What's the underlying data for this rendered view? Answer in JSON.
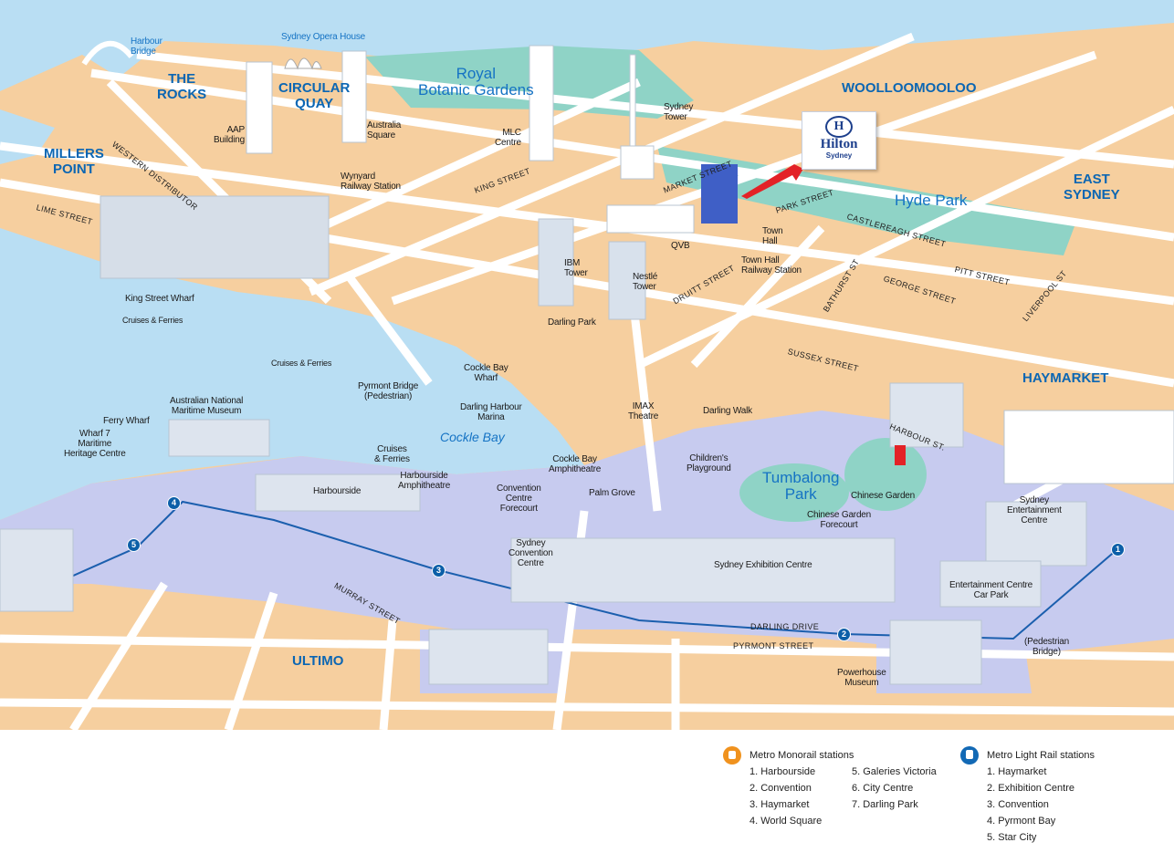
{
  "map": {
    "districts": {
      "the_rocks": "THE\nROCKS",
      "circular_quay": "CIRCULAR\nQUAY",
      "woolloomooloo": "WOOLLOOMOOLOO",
      "millers_point": "MILLERS\nPOINT",
      "east_sydney": "EAST\nSYDNEY",
      "haymarket": "HAYMARKET",
      "ultimo": "ULTIMO"
    },
    "places": {
      "botanic": "Royal\nBotanic Gardens",
      "hyde_park": "Hyde Park",
      "cockle_bay": "Cockle Bay",
      "tumbalong": "Tumbalong\nPark"
    },
    "landmarks": {
      "harbour_bridge": "Harbour\nBridge",
      "opera_house": "Sydney Opera House",
      "aap": "AAP\nBuilding",
      "australia_square": "Australia\nSquare",
      "mlc": "MLC\nCentre",
      "sydney_tower": "Sydney\nTower",
      "wynyard": "Wynyard\nRailway Station",
      "qvb": "QVB",
      "town_hall": "Town\nHall",
      "town_hall_station": "Town Hall\nRailway Station",
      "ibm": "IBM\nTower",
      "nestle": "Nestlé\nTower",
      "king_st_wharf": "King Street Wharf",
      "cruises1": "Cruises & Ferries",
      "darling_park": "Darling Park",
      "cruises2": "Cruises & Ferries",
      "pyrmont_bridge": "Pyrmont Bridge\n(Pedestrian)",
      "cockle_bay_wharf": "Cockle Bay\nWharf",
      "maritime_museum": "Australian National\nMaritime Museum",
      "marina": "Darling Harbour\nMarina",
      "imax": "IMAX\nTheatre",
      "darling_walk": "Darling Walk",
      "ferry_wharf": "Ferry Wharf",
      "wharf7": "Wharf 7\nMaritime\nHeritage Centre",
      "cruises3": "Cruises\n& Ferries",
      "playground": "Children's\nPlayground",
      "harbourside_amph": "Harbourside\nAmphitheatre",
      "cockle_amph": "Cockle Bay\nAmphitheatre",
      "convention_forecourt": "Convention\nCentre\nForecourt",
      "harbourside": "Harbourside",
      "palm_grove": "Palm Grove",
      "chinese_garden": "Chinese Garden",
      "entertainment_centre": "Sydney\nEntertainment\nCentre",
      "chinese_forecourt": "Chinese Garden\nForecourt",
      "convention_centre": "Sydney\nConvention\nCentre",
      "exhibition_centre": "Sydney Exhibition Centre",
      "car_park": "Entertainment Centre\nCar Park",
      "powerhouse": "Powerhouse\nMuseum",
      "ped_bridge": "(Pedestrian\nBridge)"
    },
    "streets": {
      "western_distributor": "WESTERN DISTRIBUTOR",
      "king": "KING STREET",
      "market": "MARKET STREET",
      "park": "PARK STREET",
      "castlereagh": "CASTLEREAGH STREET",
      "lime": "LIME STREET",
      "druitt": "DRUITT STREET",
      "bathurst": "BATHURST ST",
      "george": "GEORGE STREET",
      "pitt": "PITT STREET",
      "liverpool": "LIVERPOOL ST",
      "sussex": "SUSSEX STREET",
      "harbour": "HARBOUR ST.",
      "murray": "MURRAY STREET",
      "darling_drive": "DARLING DRIVE",
      "pyrmont": "PYRMONT STREET"
    },
    "hilton": {
      "name": "Hilton",
      "logo": "H",
      "sub": "Sydney"
    },
    "light_rail_markers": [
      "1",
      "2",
      "3",
      "4",
      "5"
    ]
  },
  "legend": {
    "monorail": {
      "title": "Metro Monorail stations",
      "icon": "monorail-icon",
      "color": "#f0921e",
      "items": [
        "1. Harbourside",
        "2. Convention",
        "3. Haymarket",
        "4. World Square",
        "5. Galeries Victoria",
        "6. City Centre",
        "7. Darling Park"
      ]
    },
    "light_rail": {
      "title": "Metro Light Rail stations",
      "icon": "light-rail-icon",
      "color": "#1269b5",
      "items": [
        "1. Haymarket",
        "2. Exhibition Centre",
        "3. Convention",
        "4. Pyrmont Bay",
        "5. Star City"
      ]
    }
  },
  "colors": {
    "water": "#b9def3",
    "land": "#f6cf9f",
    "park": "#8fd3c6",
    "promenade": "#c7cbef",
    "accent": "#0b66b3"
  }
}
